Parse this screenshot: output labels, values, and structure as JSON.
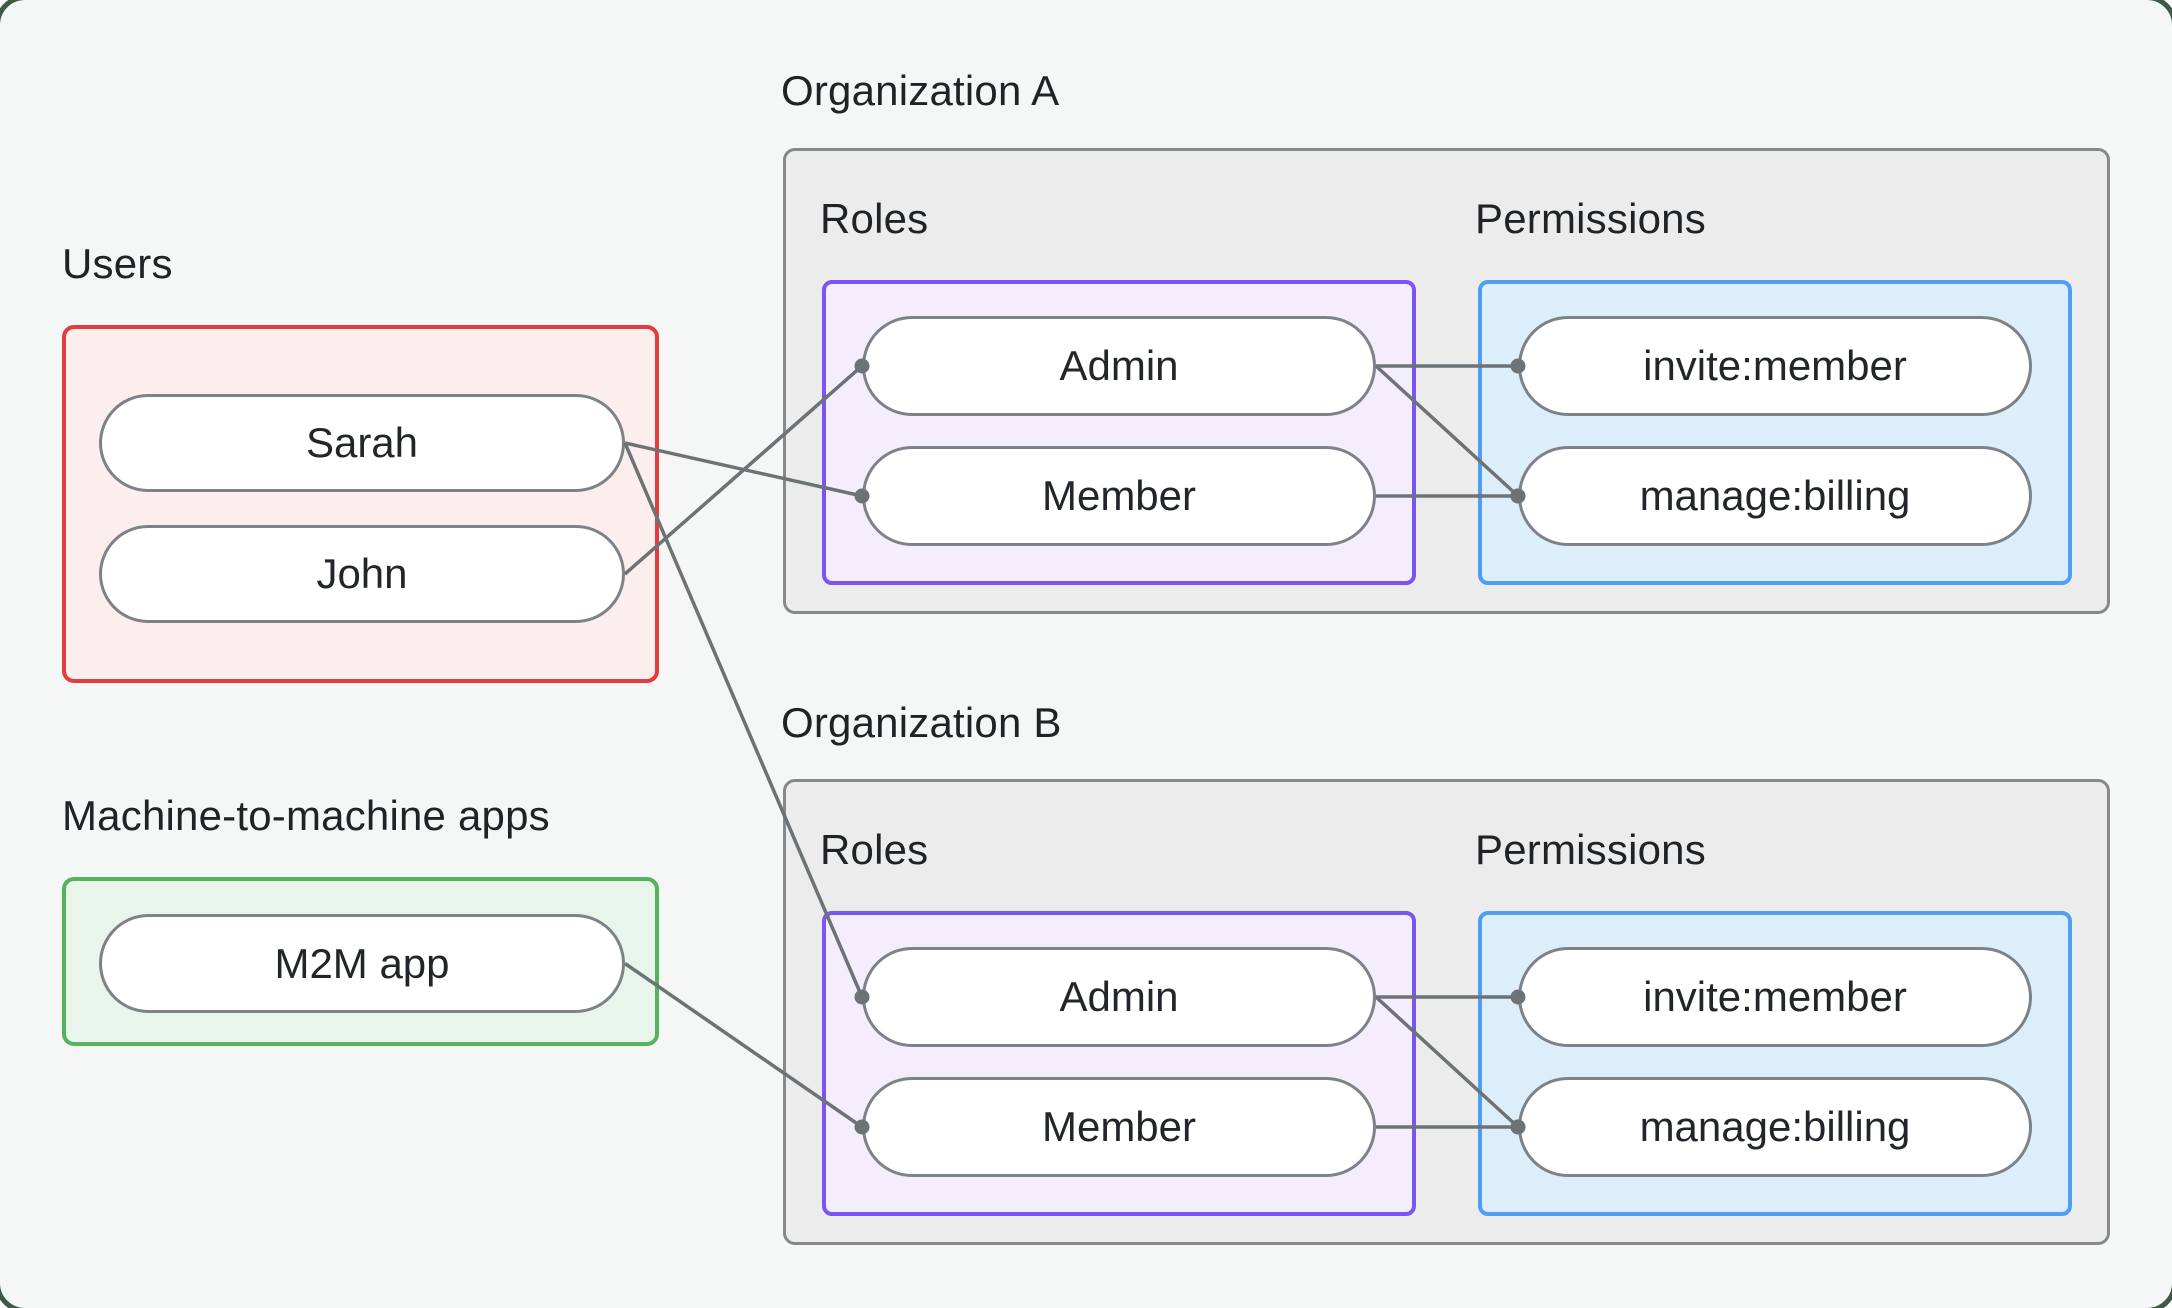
{
  "palette": {
    "card_background": "#f4f7f5",
    "card_corner_border": "#3d5a46",
    "users_border": "#e23d3d",
    "users_fill": "#fdeeee",
    "m2m_border": "#57b25e",
    "m2m_fill": "#e9f4ea",
    "org_fill": "#ececec",
    "org_border": "#85898b",
    "roles_border": "#7a55f2",
    "roles_fill": "#f4eefc",
    "permissions_border": "#4e9ff3",
    "permissions_fill": "#ddeefb",
    "node_fill": "#ffffff",
    "node_border": "#7c8287",
    "line_color": "#6d7275",
    "dot_color": "#6d7275",
    "text_color": "#1f2326"
  },
  "groups": {
    "users": {
      "label": "Users",
      "items": [
        {
          "id": "sarah",
          "label": "Sarah"
        },
        {
          "id": "john",
          "label": "John"
        }
      ]
    },
    "m2m": {
      "label": "Machine-to-machine apps",
      "items": [
        {
          "id": "m2m-app",
          "label": "M2M app"
        }
      ]
    }
  },
  "organizations": [
    {
      "title": "Organization A",
      "roles": {
        "label": "Roles",
        "items": [
          {
            "id": "org-a-admin",
            "label": "Admin"
          },
          {
            "id": "org-a-member",
            "label": "Member"
          }
        ]
      },
      "permissions": {
        "label": "Permissions",
        "items": [
          {
            "id": "org-a-invite",
            "label": "invite:member"
          },
          {
            "id": "org-a-billing",
            "label": "manage:billing"
          }
        ]
      }
    },
    {
      "title": "Organization B",
      "roles": {
        "label": "Roles",
        "items": [
          {
            "id": "org-b-admin",
            "label": "Admin"
          },
          {
            "id": "org-b-member",
            "label": "Member"
          }
        ]
      },
      "permissions": {
        "label": "Permissions",
        "items": [
          {
            "id": "org-b-invite",
            "label": "invite:member"
          },
          {
            "id": "org-b-billing",
            "label": "manage:billing"
          }
        ]
      }
    }
  ],
  "connections": [
    {
      "from": "sarah",
      "to": "org-a-member"
    },
    {
      "from": "sarah",
      "to": "org-b-admin"
    },
    {
      "from": "john",
      "to": "org-a-admin"
    },
    {
      "from": "m2m-app",
      "to": "org-b-member"
    },
    {
      "from": "org-a-admin",
      "to": "org-a-invite"
    },
    {
      "from": "org-a-admin",
      "to": "org-a-billing"
    },
    {
      "from": "org-a-member",
      "to": "org-a-billing"
    },
    {
      "from": "org-b-admin",
      "to": "org-b-invite"
    },
    {
      "from": "org-b-admin",
      "to": "org-b-billing"
    },
    {
      "from": "org-b-member",
      "to": "org-b-billing"
    }
  ]
}
